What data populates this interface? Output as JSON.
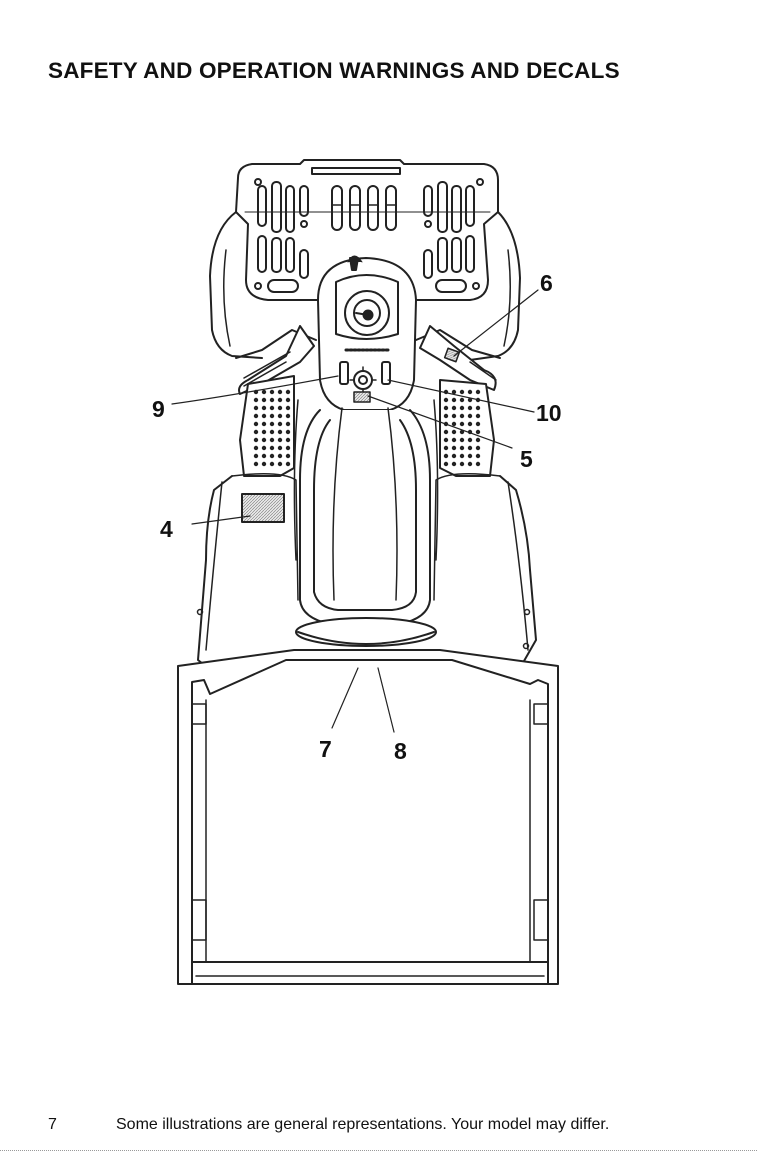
{
  "heading": "SAFETY AND OPERATION WARNINGS AND DECALS",
  "callouts": {
    "c4": "4",
    "c5": "5",
    "c6": "6",
    "c7": "7",
    "c8": "8",
    "c9": "9",
    "c10": "10"
  },
  "footer": {
    "page_number": "7",
    "note": "Some illustrations are general representations.  Your model may differ."
  }
}
